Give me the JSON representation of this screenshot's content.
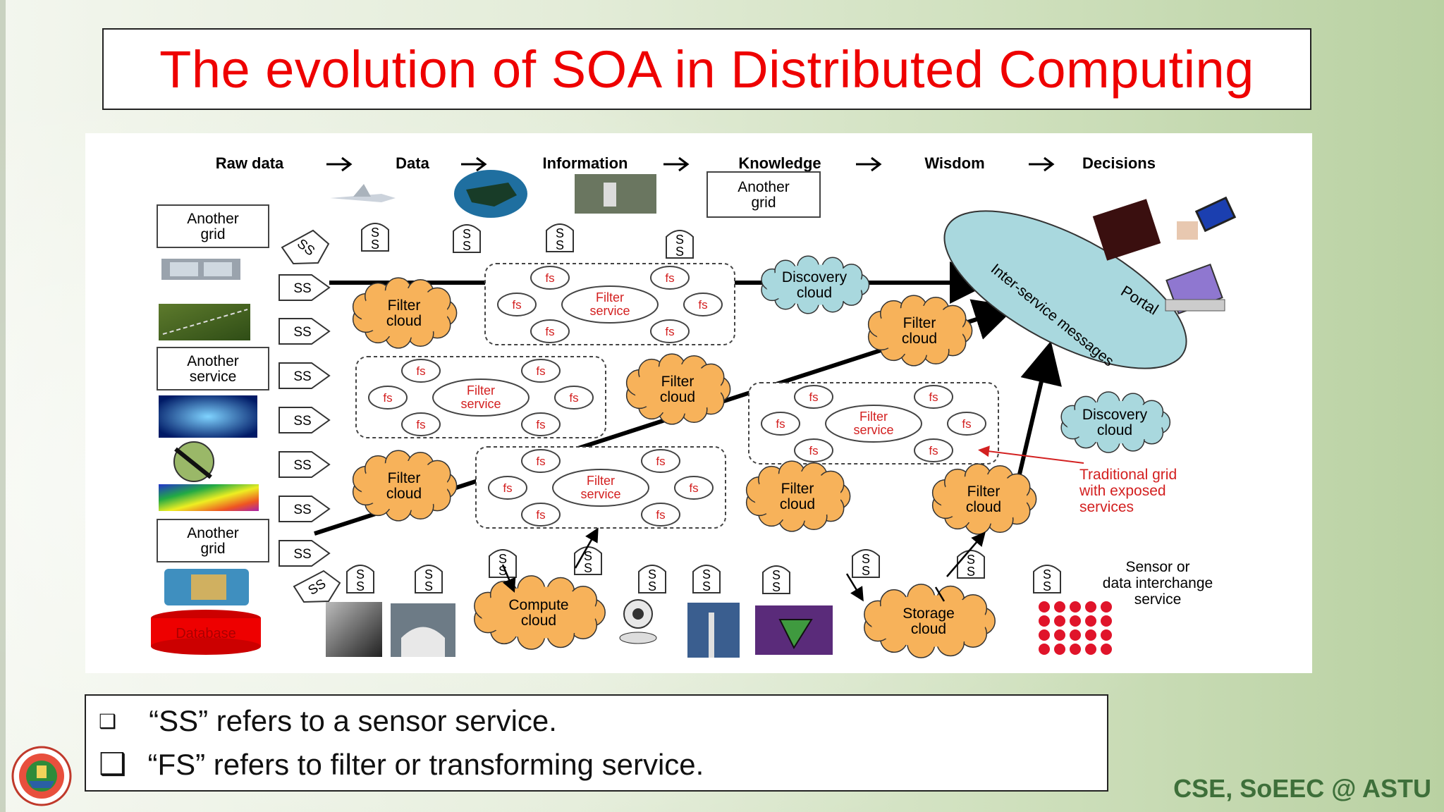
{
  "title": "The evolution of SOA in Distributed Computing",
  "diagram": {
    "stages": [
      "Raw data",
      "Data",
      "Information",
      "Knowledge",
      "Wisdom",
      "Decisions"
    ],
    "another_grid": "Another grid",
    "another_service": "Another service",
    "ss": "SS",
    "s": "S",
    "fs": "fs",
    "filter_service": "Filter service",
    "filter_cloud": "Filter cloud",
    "discovery_cloud": "Discovery cloud",
    "compute_cloud": "Compute cloud",
    "storage_cloud": "Storage cloud",
    "portal": "Portal",
    "inter_service_messages": "Inter-service messages",
    "traditional_grid": "Traditional grid with exposed services",
    "sensor_service": "Sensor or data interchange service",
    "database": "Database"
  },
  "notes": [
    {
      "bullet": "❑",
      "text": "“SS” refers to a sensor service."
    },
    {
      "bullet": "❑",
      "text": "“FS”  refers to  filter or transforming service."
    }
  ],
  "footer": "CSE, SoEEC @ ASTU",
  "colors": {
    "title_text": "#ee0000",
    "cloud_fill": "#f7b25a",
    "discovery_fill": "#a9d8de",
    "portal_fill": "#a9d8de",
    "annotation": "#d32020",
    "footer_text": "#3e6f3a"
  }
}
